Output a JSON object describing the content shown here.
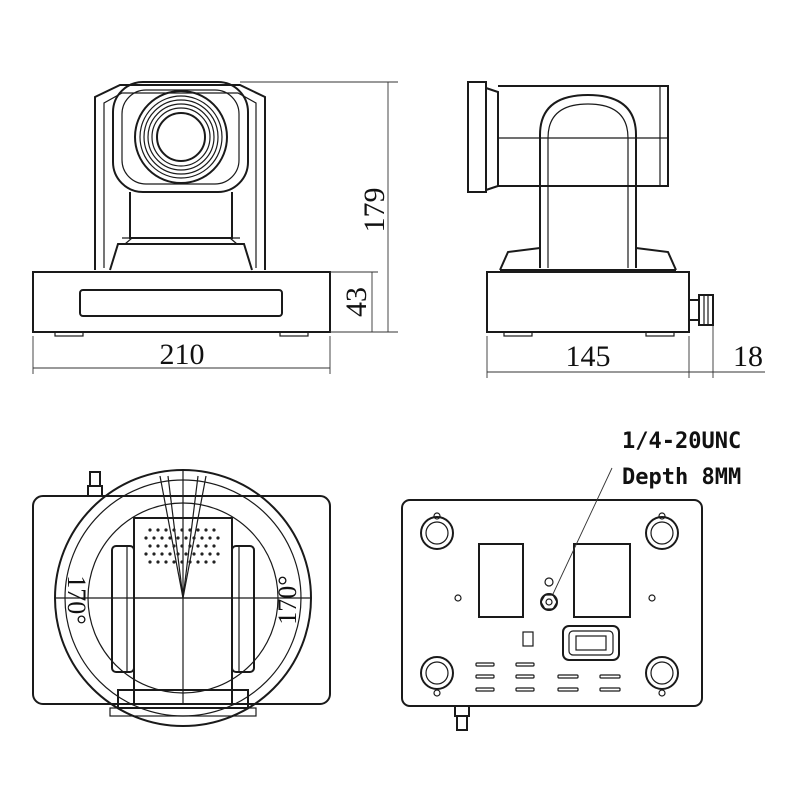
{
  "dimensions": {
    "height": "179",
    "base_height": "43",
    "width": "210",
    "depth": "145",
    "connector": "18"
  },
  "rotation": {
    "left": "170°",
    "right": "170°"
  },
  "mount_note": {
    "line1": "1/4-20UNC",
    "line2": "Depth 8MM"
  }
}
